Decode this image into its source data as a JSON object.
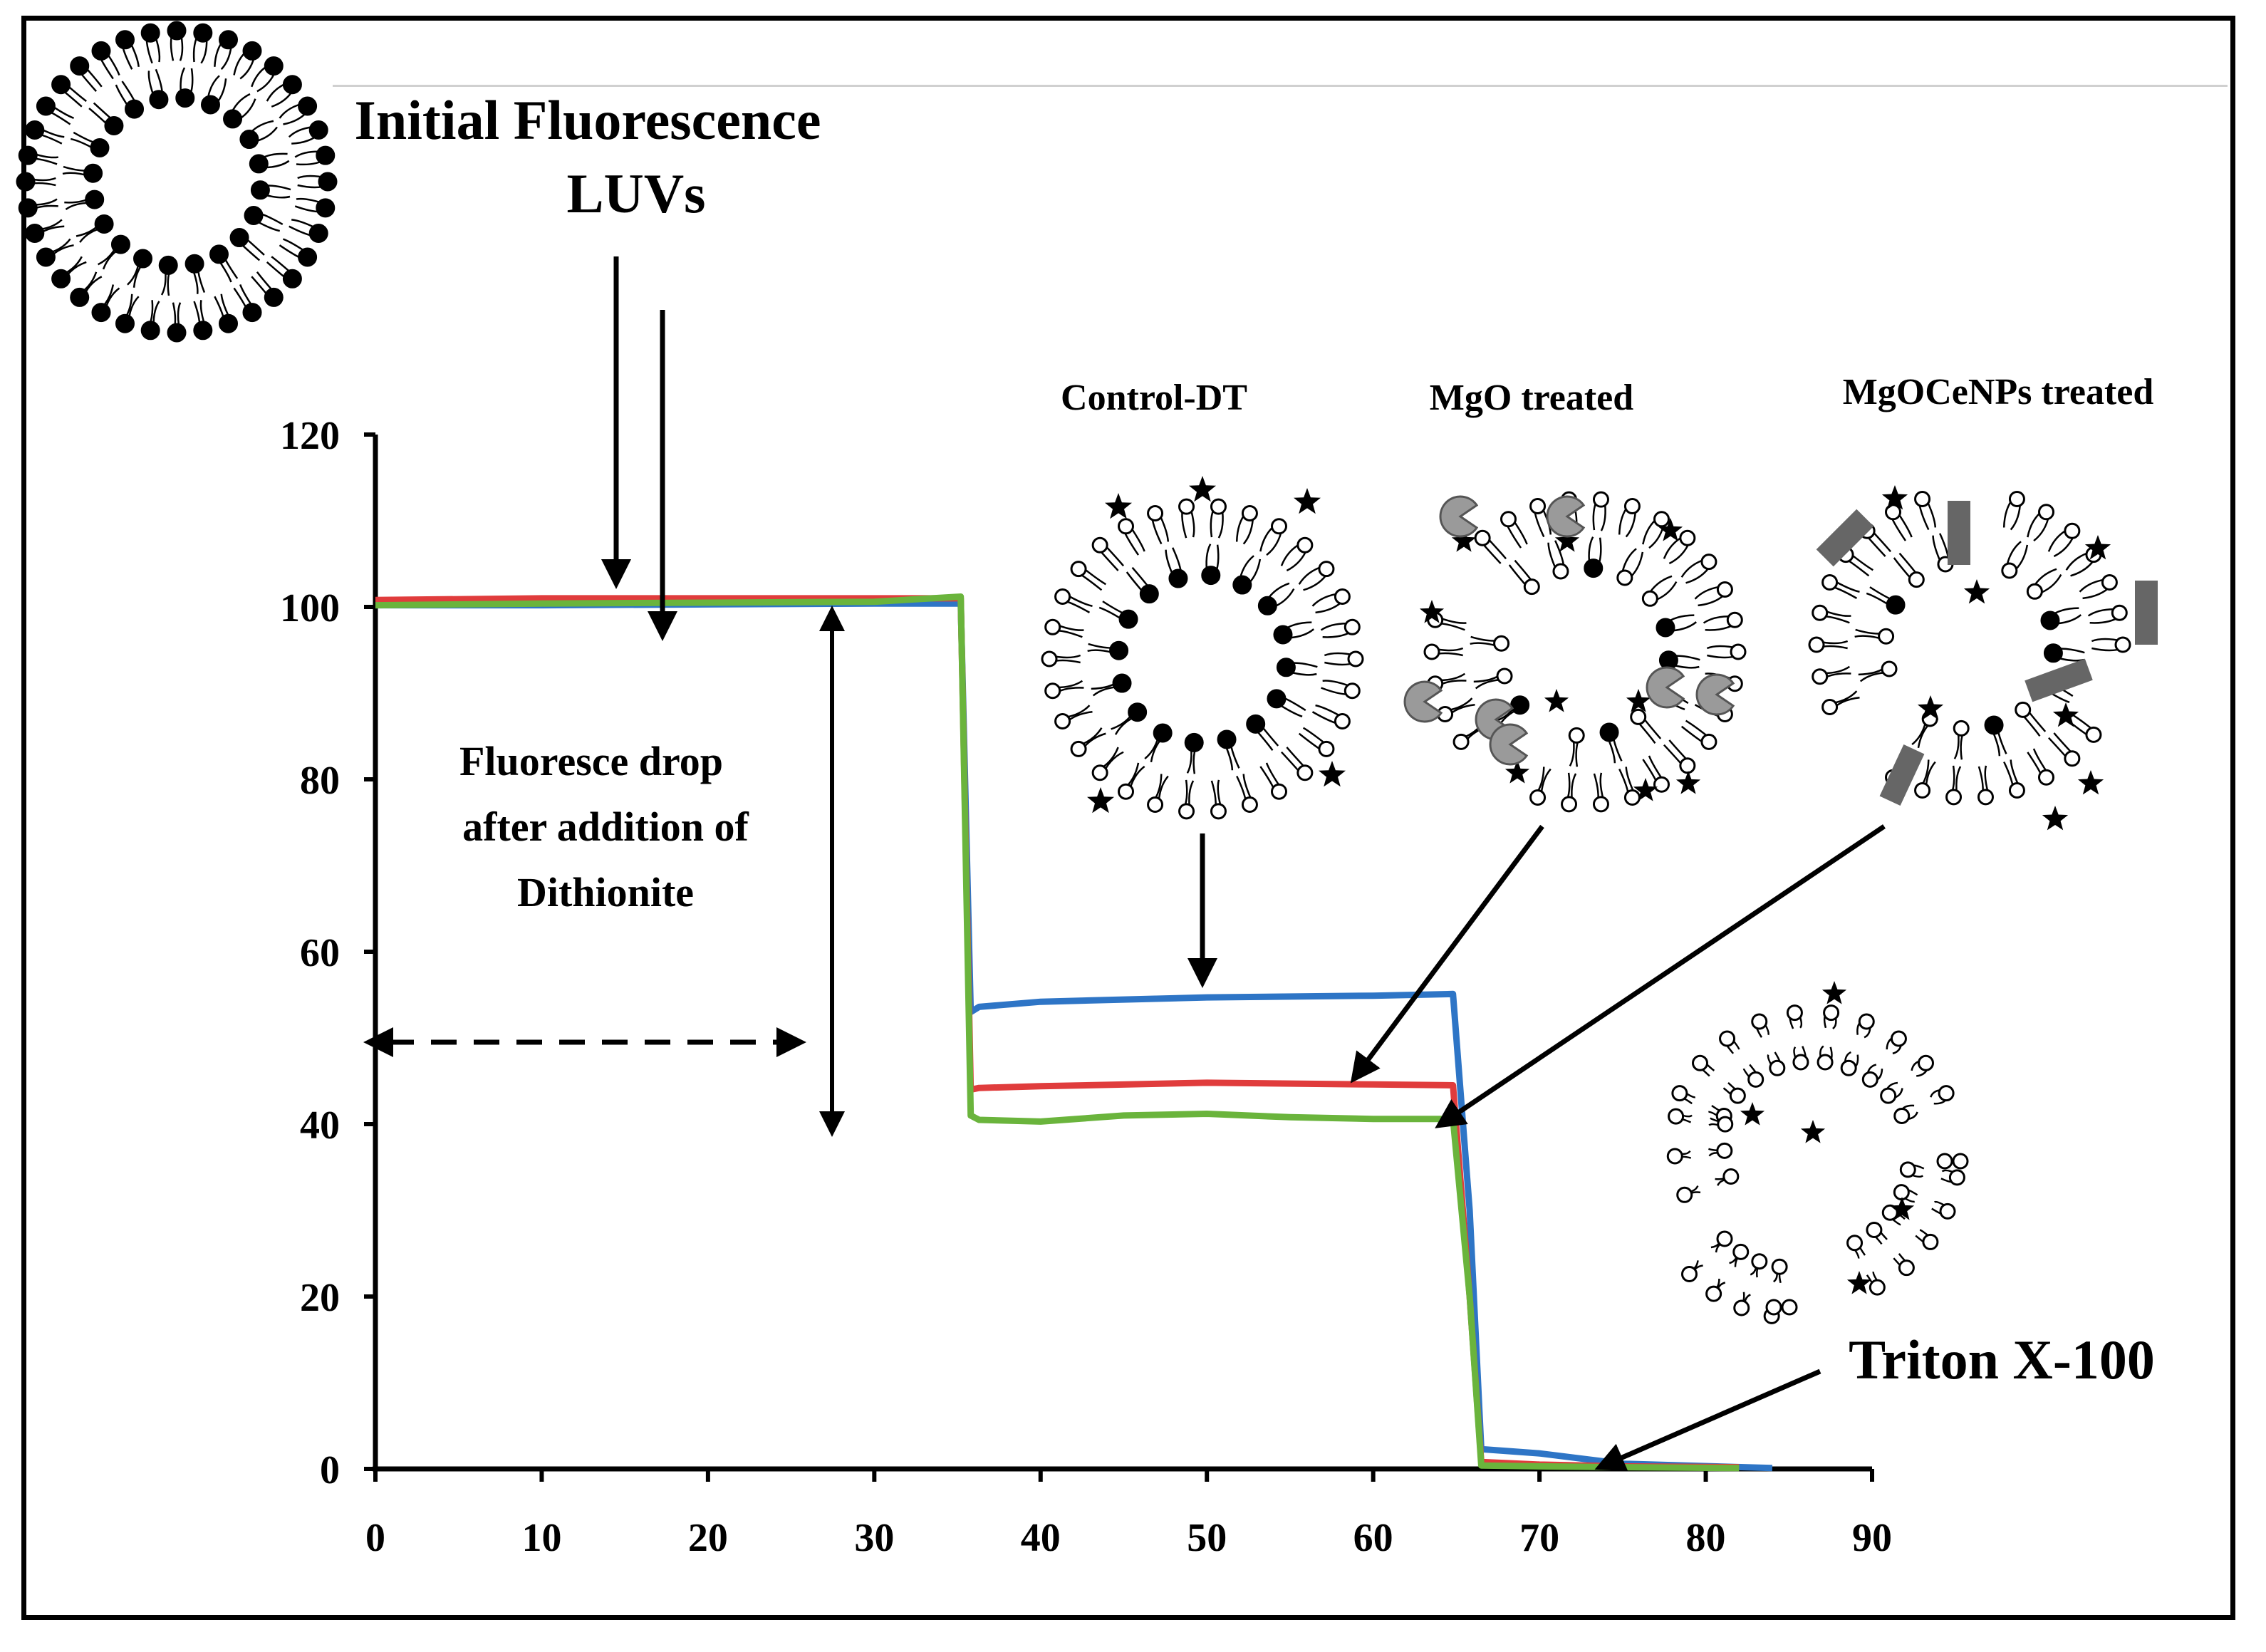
{
  "chart_data": {
    "type": "line",
    "title": "",
    "xlabel": "",
    "ylabel": "",
    "xlim": [
      0,
      90
    ],
    "ylim": [
      0,
      120
    ],
    "x_ticks": [
      "0",
      "10",
      "20",
      "30",
      "40",
      "50",
      "60",
      "70",
      "80",
      "90"
    ],
    "y_ticks": [
      "0",
      "20",
      "40",
      "60",
      "80",
      "100",
      "120"
    ],
    "grid": false,
    "series": [
      {
        "color": "#2e75c6",
        "x": [
          0,
          10,
          20,
          30,
          35.2,
          35.8,
          36.3,
          40,
          50,
          60,
          64.8,
          65.8,
          66.5,
          70,
          75,
          84
        ],
        "y": [
          100.2,
          100.2,
          100.3,
          100.4,
          100.4,
          53,
          53.6,
          54.2,
          54.7,
          54.9,
          55.1,
          30,
          2.3,
          1.8,
          0.6,
          0.1
        ]
      },
      {
        "color": "#e03c3c",
        "x": [
          0,
          10,
          20,
          30,
          35.2,
          35.8,
          36.3,
          40,
          50,
          60,
          64.8,
          65.8,
          66.5,
          70,
          75,
          82
        ],
        "y": [
          100.8,
          101,
          101,
          101,
          101,
          44,
          44.2,
          44.4,
          44.8,
          44.6,
          44.5,
          20,
          0.8,
          0.5,
          0.3,
          0.2
        ]
      },
      {
        "color": "#6ab43c",
        "x": [
          0,
          10,
          20,
          30,
          35.2,
          35.8,
          36.3,
          40,
          45,
          50,
          55,
          60,
          64.8,
          65.8,
          66.5,
          70,
          75,
          82
        ],
        "y": [
          100.2,
          100.4,
          100.5,
          100.6,
          101.2,
          41,
          40.5,
          40.3,
          41,
          41.2,
          40.8,
          40.6,
          40.6,
          20,
          0.4,
          0.3,
          0.2,
          0.1
        ]
      }
    ],
    "annotations": {
      "initial": [
        "Initial Fluorescence",
        "LUVs"
      ],
      "drop": [
        "Fluoresce drop",
        "after addition of",
        "Dithionite"
      ],
      "control": "Control-DT",
      "mgo": "MgO treated",
      "mgocenps": "MgOCeNPs treated",
      "triton": "Triton X-100"
    }
  }
}
